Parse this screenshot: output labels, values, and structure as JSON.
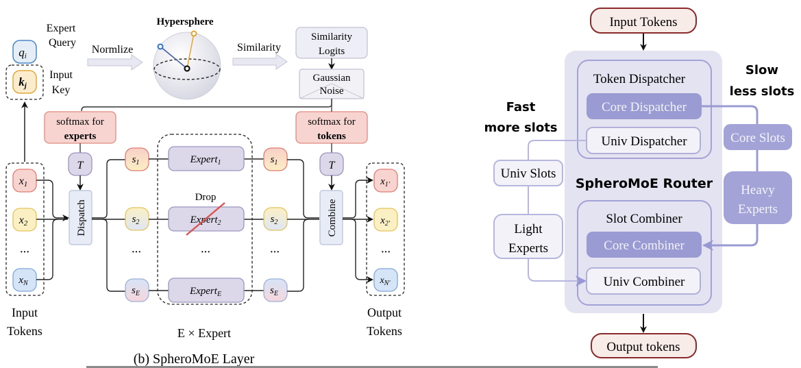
{
  "left_panel": {
    "caption": "(b) SpheroMoE Layer",
    "legend": {
      "query_symbol": "q",
      "query_sub": "i",
      "query_label_1": "Expert",
      "query_label_2": "Query",
      "key_symbol": "k",
      "key_sub": "j",
      "key_label_1": "Input",
      "key_label_2": "Key"
    },
    "normalize_label": "Normlize",
    "hypersphere_label": "Hypersphere",
    "similarity_label": "Similarity",
    "similarity_logits": [
      "Similarity",
      "Logits"
    ],
    "gaussian_noise": [
      "Gaussian",
      "Noise"
    ],
    "softmax_experts": [
      "softmax for",
      "experts"
    ],
    "softmax_tokens": [
      "softmax for",
      "tokens"
    ],
    "temperature_symbol": "T",
    "dispatch_label": "Dispatch",
    "combine_label": "Combine",
    "drop_label": "Drop",
    "ellipsis": "···",
    "input_tokens": [
      {
        "sym": "x",
        "sub": "1"
      },
      {
        "sym": "x",
        "sub": "2"
      },
      {
        "sym": "x",
        "sub": "N"
      }
    ],
    "output_tokens": [
      {
        "sym": "x",
        "sub": "1′"
      },
      {
        "sym": "x",
        "sub": "2′"
      },
      {
        "sym": "x",
        "sub": "N′"
      }
    ],
    "slots": [
      {
        "sym": "s",
        "sub": "1"
      },
      {
        "sym": "s",
        "sub": "2"
      },
      {
        "sym": "s",
        "sub": "E"
      }
    ],
    "experts": [
      {
        "sym": "Expert",
        "sub": "1"
      },
      {
        "sym": "Expert",
        "sub": "2",
        "dropped": true
      },
      {
        "sym": "Expert",
        "sub": "E"
      }
    ],
    "input_tokens_label": [
      "Input",
      "Tokens"
    ],
    "output_tokens_label": [
      "Output",
      "Tokens"
    ],
    "expert_group_label": "E × Expert"
  },
  "right_panel": {
    "input_tokens": "Input Tokens",
    "output_tokens": "Output tokens",
    "router_title": "SpheroMoE Router",
    "token_dispatcher": "Token Dispatcher",
    "core_dispatcher": "Core Dispatcher",
    "univ_dispatcher": "Univ Dispatcher",
    "slot_combiner": "Slot Combiner",
    "core_combiner": "Core Combiner",
    "univ_combiner": "Univ Combiner",
    "fast_label": [
      "Fast",
      "more slots"
    ],
    "slow_label": [
      "Slow",
      "less slots"
    ],
    "univ_slots": "Univ Slots",
    "light_experts": [
      "Light",
      "Experts"
    ],
    "core_slots": "Core Slots",
    "heavy_experts": [
      "Heavy",
      "Experts"
    ]
  },
  "colors": {
    "red_fill": "#f8d4d0",
    "red_stroke": "#e07b72",
    "yellow_fill": "#fbf0c4",
    "yellow_stroke": "#e3c35c",
    "blue_fill": "#d6e4f7",
    "blue_stroke": "#7ea6d8",
    "purple_fill": "#dcd8ea",
    "purple_stroke": "#9b95bf",
    "router_bg": "#e3e3f1",
    "router_stroke": "#9a9ad2",
    "core_fill": "#9b9bd4",
    "heavy_fill": "#a3a3d8",
    "io_stroke": "#8b2a2a",
    "io_fill": "#f7ece8",
    "drop_line": "#d9534f"
  }
}
